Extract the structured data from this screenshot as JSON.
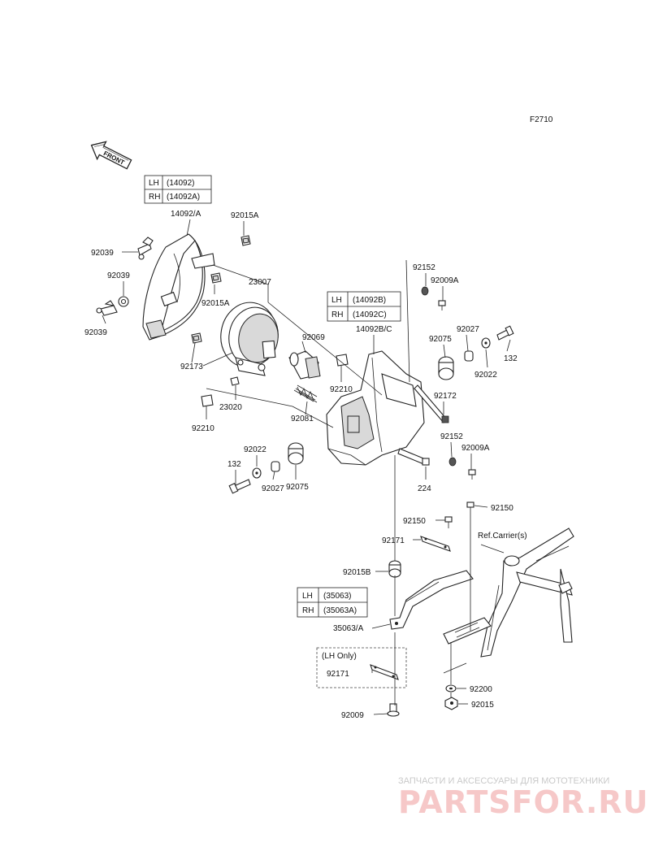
{
  "figure_id": "F2710",
  "front_label": "FRONT",
  "tables": {
    "lamp_case": {
      "rows": [
        {
          "side": "LH",
          "part": "(14092)"
        },
        {
          "side": "RH",
          "part": "(14092A)"
        }
      ]
    },
    "bracket": {
      "rows": [
        {
          "side": "LH",
          "part": "(14092B)"
        },
        {
          "side": "RH",
          "part": "(14092C)"
        }
      ]
    },
    "stay": {
      "rows": [
        {
          "side": "LH",
          "part": "(35063)"
        },
        {
          "side": "RH",
          "part": "(35063A)"
        }
      ]
    }
  },
  "lh_only_label": "(LH Only)",
  "ref_label": "Ref.Carrier(s)",
  "labels": {
    "p14092A": "14092/A",
    "p92015A_top": "92015A",
    "p92039_top": "92039",
    "p92039_mid": "92039",
    "p92039_bot": "92039",
    "p92015A_mid": "92015A",
    "p23007": "23007",
    "p92173": "92173",
    "p92069": "92069",
    "p23020": "23020",
    "p92210_left": "92210",
    "p92210_right": "92210",
    "p92081": "92081",
    "p92152_top": "92152",
    "p92009A_top": "92009A",
    "p14092BC": "14092B/C",
    "p92075_right": "92075",
    "p92027_right": "92027",
    "p132_right": "132",
    "p92022_right": "92022",
    "p92172": "92172",
    "p92152_bot": "92152",
    "p92009A_bot": "92009A",
    "p224": "224",
    "p92022_left": "92022",
    "p132_left": "132",
    "p92027_left": "92027",
    "p92075_left": "92075",
    "p92150_left": "92150",
    "p92150_right": "92150",
    "p92171_top": "92171",
    "p92015B": "92015B",
    "p35063A": "35063/A",
    "p92171_bot": "92171",
    "p92009": "92009",
    "p92200": "92200",
    "p92015": "92015"
  },
  "watermark": {
    "top": "ЗАПЧАСТИ И АКСЕССУАРЫ ДЛЯ МОТОТЕХНИКИ",
    "brand": "PARTSFOR.RU"
  }
}
